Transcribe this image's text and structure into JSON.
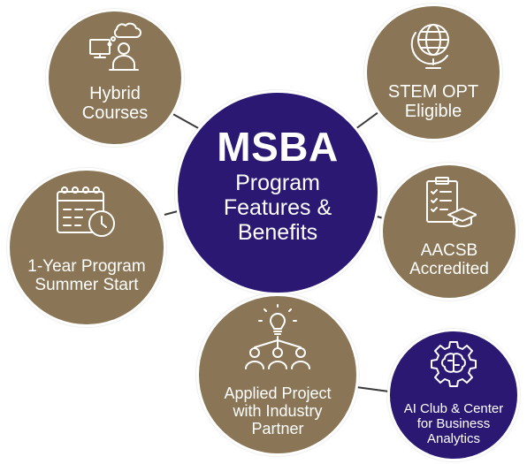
{
  "diagram": {
    "colors": {
      "gold": "#8a7656",
      "navy": "#2a1872",
      "connector": "#3a3a3a",
      "text": "#ffffff"
    },
    "center": {
      "title": "MSBA",
      "subtitle_lines": [
        "Program",
        "Features &",
        "Benefits"
      ]
    },
    "features": [
      {
        "id": "hybrid",
        "lines": [
          "Hybrid",
          "Courses"
        ],
        "icon": "remote-learning-icon"
      },
      {
        "id": "stem",
        "lines": [
          "STEM OPT",
          "Eligible"
        ],
        "icon": "globe-icon"
      },
      {
        "id": "oneyear",
        "lines": [
          "1-Year Program",
          "Summer Start"
        ],
        "icon": "calendar-clock-icon"
      },
      {
        "id": "aacsb",
        "lines": [
          "AACSB",
          "Accredited"
        ],
        "icon": "checklist-graduation-cap-icon"
      },
      {
        "id": "project",
        "lines": [
          "Applied Project",
          "with Industry",
          "Partner"
        ],
        "icon": "lightbulb-team-icon"
      },
      {
        "id": "aiclub",
        "lines": [
          "AI Club & Center",
          "for Business",
          "Analytics"
        ],
        "icon": "brain-gear-icon"
      }
    ]
  }
}
